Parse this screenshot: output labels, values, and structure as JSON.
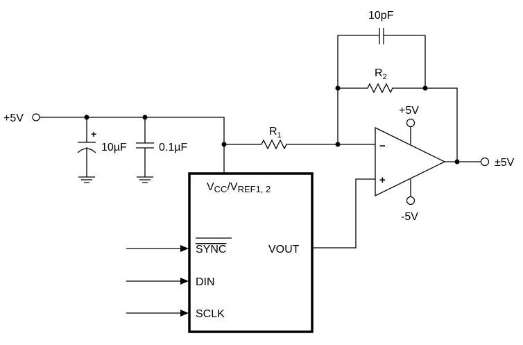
{
  "diagram": {
    "type": "circuit-schematic",
    "supply": {
      "input_label": "+5V",
      "bulk_cap": {
        "value": "10µF",
        "polarity_mark": "+"
      },
      "bypass_cap": {
        "value": "0.1µF"
      }
    },
    "input_resistor": {
      "name": "R",
      "subscript": "1"
    },
    "feedback": {
      "cap": {
        "value": "10pF"
      },
      "resistor": {
        "name": "R",
        "subscript": "2"
      }
    },
    "opamp": {
      "inverting_mark": "−",
      "noninverting_mark": "+",
      "pos_supply": "+5V",
      "neg_supply": "-5V",
      "output_label": "±5V"
    },
    "dac": {
      "power_pin": {
        "v1": "V",
        "s1": "CC",
        "slash": "/V",
        "s2": "REF1, 2"
      },
      "pins": {
        "sync": "SYNC",
        "din": "DIN",
        "sclk": "SCLK",
        "vout": "VOUT"
      }
    }
  }
}
